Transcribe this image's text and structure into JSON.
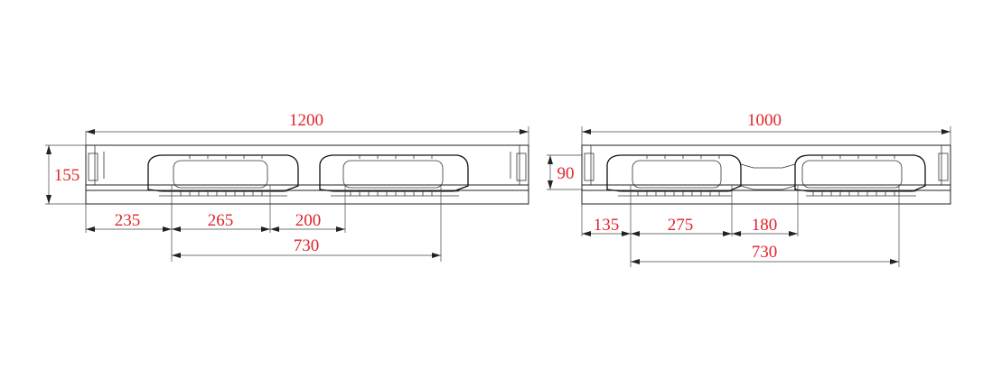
{
  "colors": {
    "dimension_text": "#e0242a",
    "linework": "#222222"
  },
  "left_view": {
    "overall_length": "1200",
    "height": "155",
    "dims_row1": [
      "235",
      "265",
      "200"
    ],
    "dims_row2": "730"
  },
  "right_view": {
    "overall_length": "1000",
    "height": "90",
    "dims_row1": [
      "135",
      "275",
      "180"
    ],
    "dims_row2": "730"
  }
}
